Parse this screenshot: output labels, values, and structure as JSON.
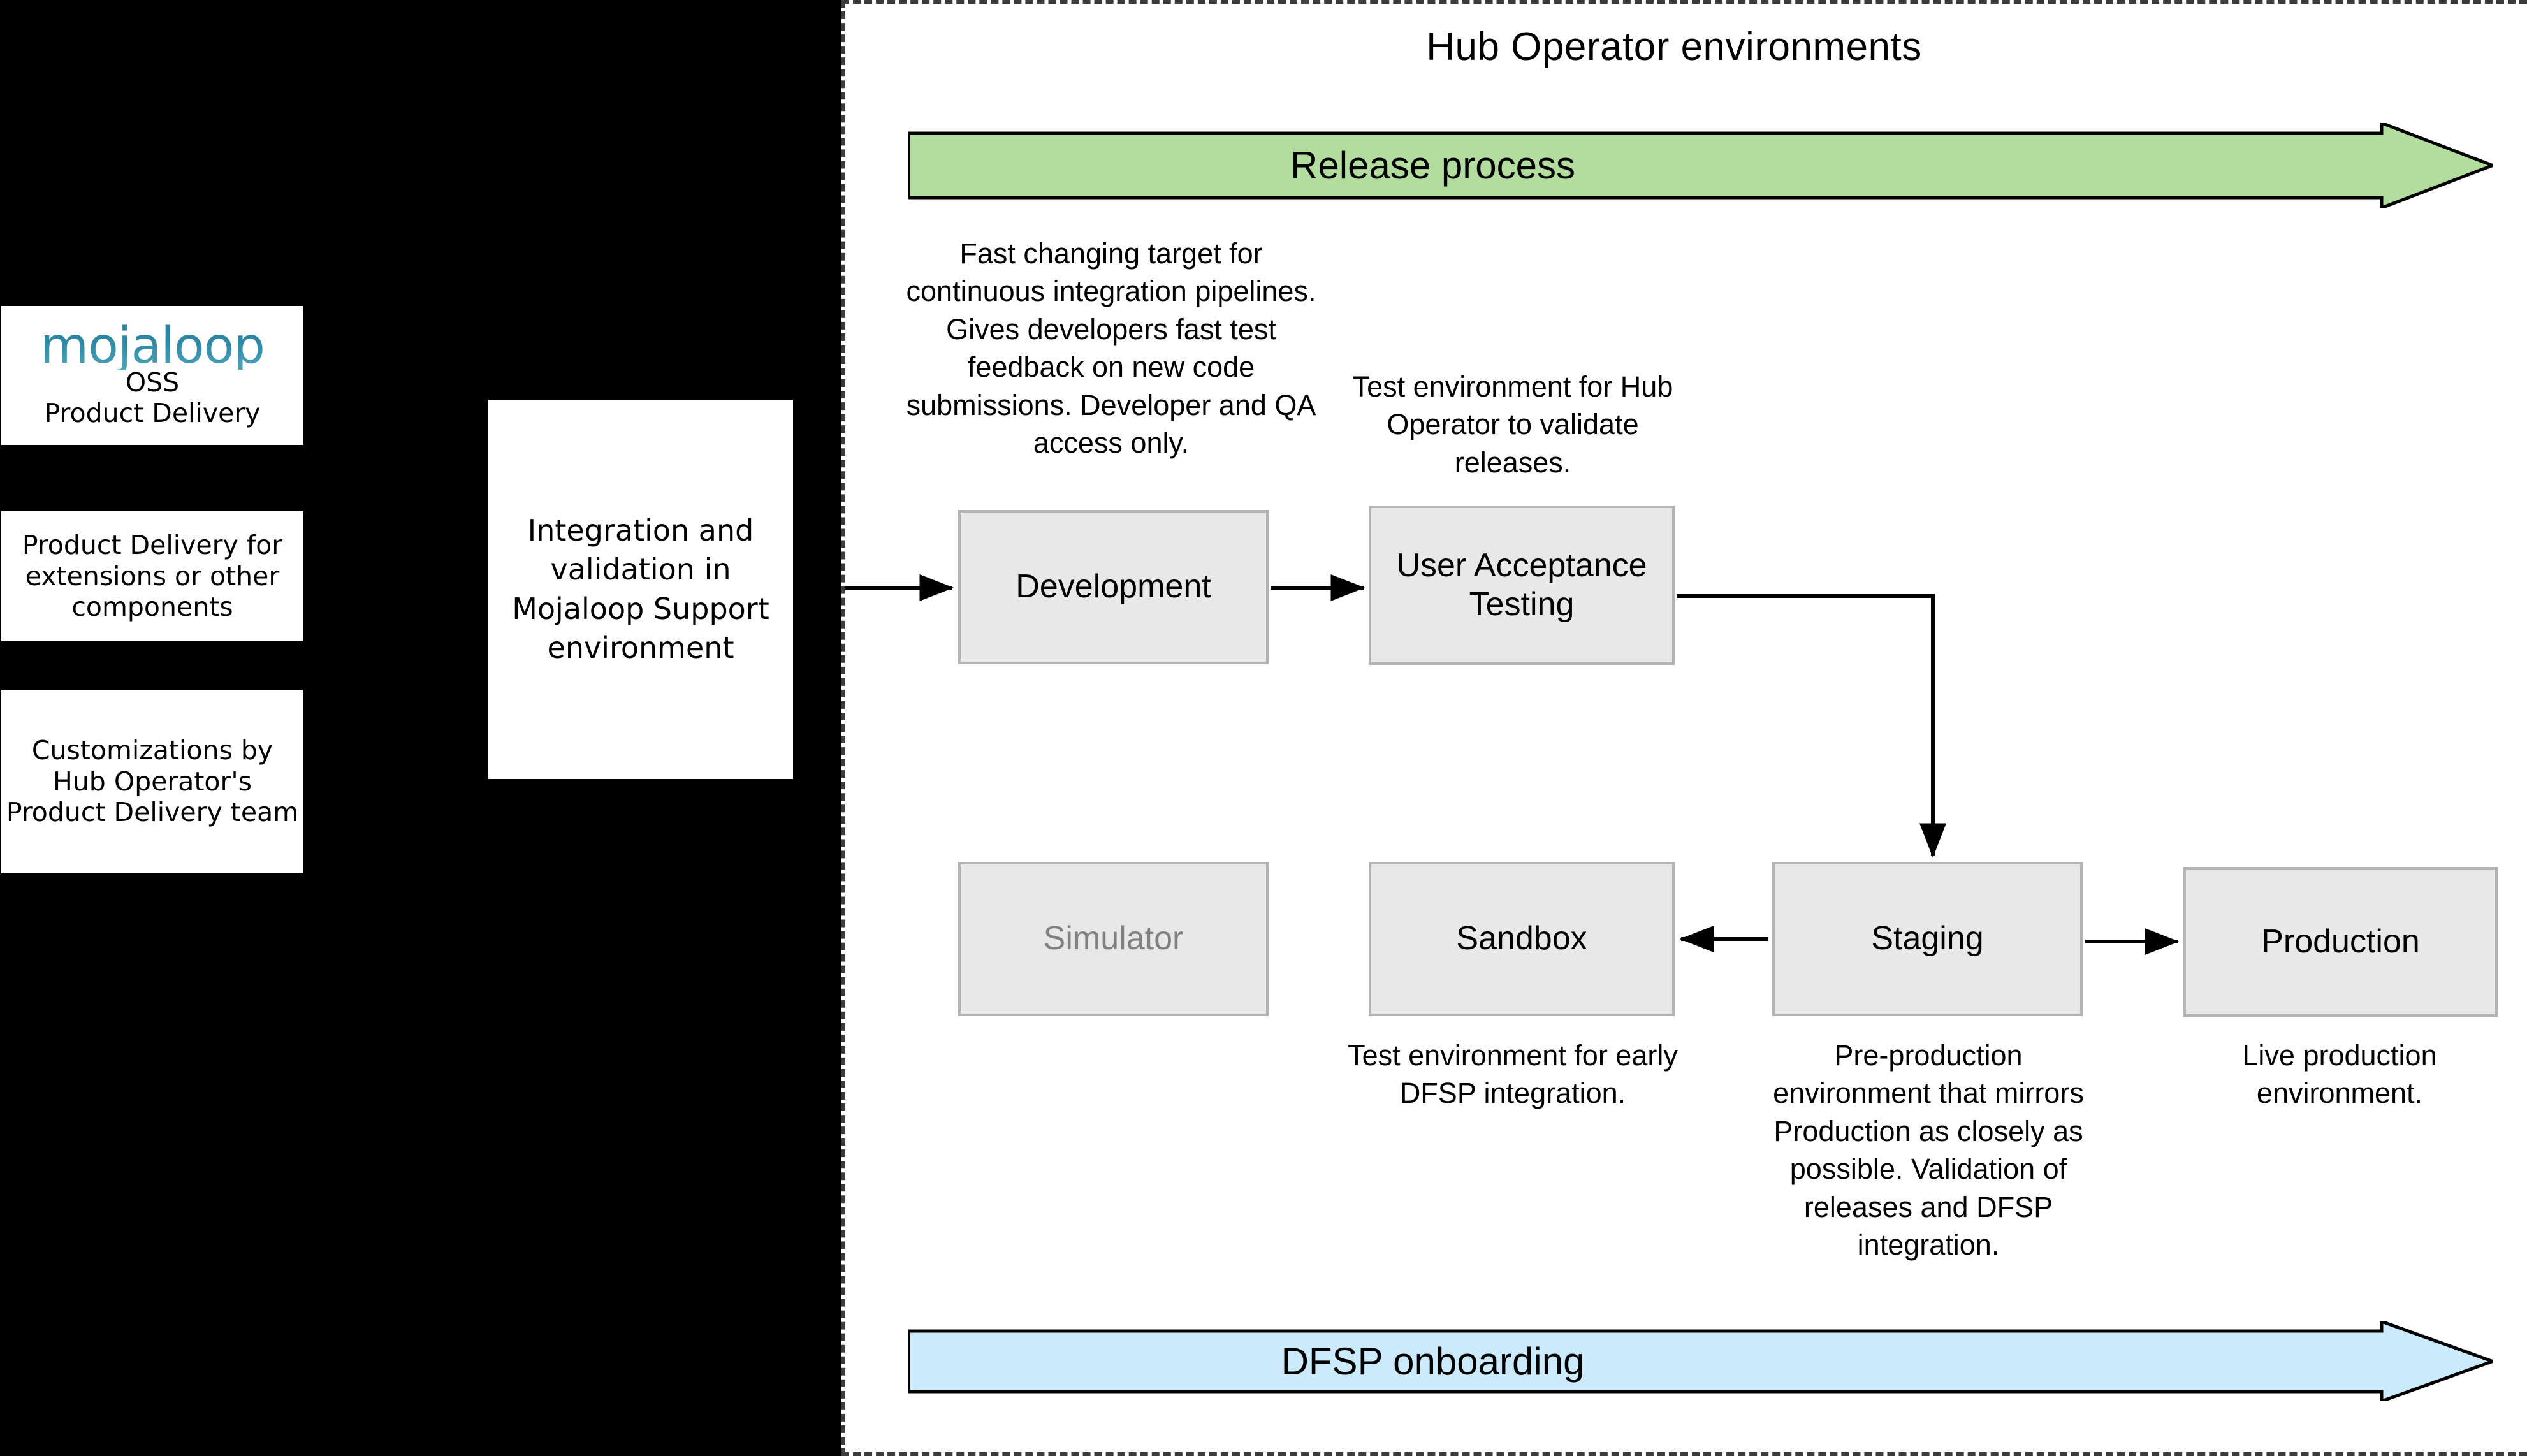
{
  "left_column": {
    "boxes": [
      {
        "logo": "mojaloop",
        "line1": "OSS",
        "line2": "Product Delivery"
      },
      {
        "text": "Product Delivery for extensions or other components"
      },
      {
        "text": "Customizations by Hub Operator's Product Delivery team"
      }
    ]
  },
  "integration": {
    "text": "Integration and validation in Mojaloop Support environment"
  },
  "hub_panel": {
    "title": "Hub Operator environments",
    "banners": {
      "release": {
        "label": "Release process",
        "color": "#b3dd9f"
      },
      "dfsp": {
        "label": "DFSP onboarding",
        "color": "#cbeafb"
      }
    },
    "environments": [
      {
        "id": "development",
        "label": "Development"
      },
      {
        "id": "uat",
        "label": "User Acceptance Testing"
      },
      {
        "id": "simulator",
        "label": "Simulator"
      },
      {
        "id": "sandbox",
        "label": "Sandbox"
      },
      {
        "id": "staging",
        "label": "Staging"
      },
      {
        "id": "production",
        "label": "Production"
      }
    ],
    "captions": {
      "development": "Fast changing target for continuous integration pipelines. Gives developers fast test feedback on new code submissions. Developer and QA access only.",
      "uat": "Test environment for Hub Operator to validate releases.",
      "sandbox": "Test environment for early DFSP integration.",
      "staging": "Pre-production environment that mirrors Production as closely as possible. Validation of releases and DFSP integration.",
      "production": "Live production environment."
    }
  },
  "colors": {
    "env_box_fill": "#e8e8e8",
    "env_box_border": "#b3b3b3",
    "release_banner": "#b3dd9f",
    "dfsp_banner": "#cbeafb",
    "brand_teal": "#2a7f9e",
    "panel_border": "#3b3b3b",
    "background": "#000000"
  }
}
